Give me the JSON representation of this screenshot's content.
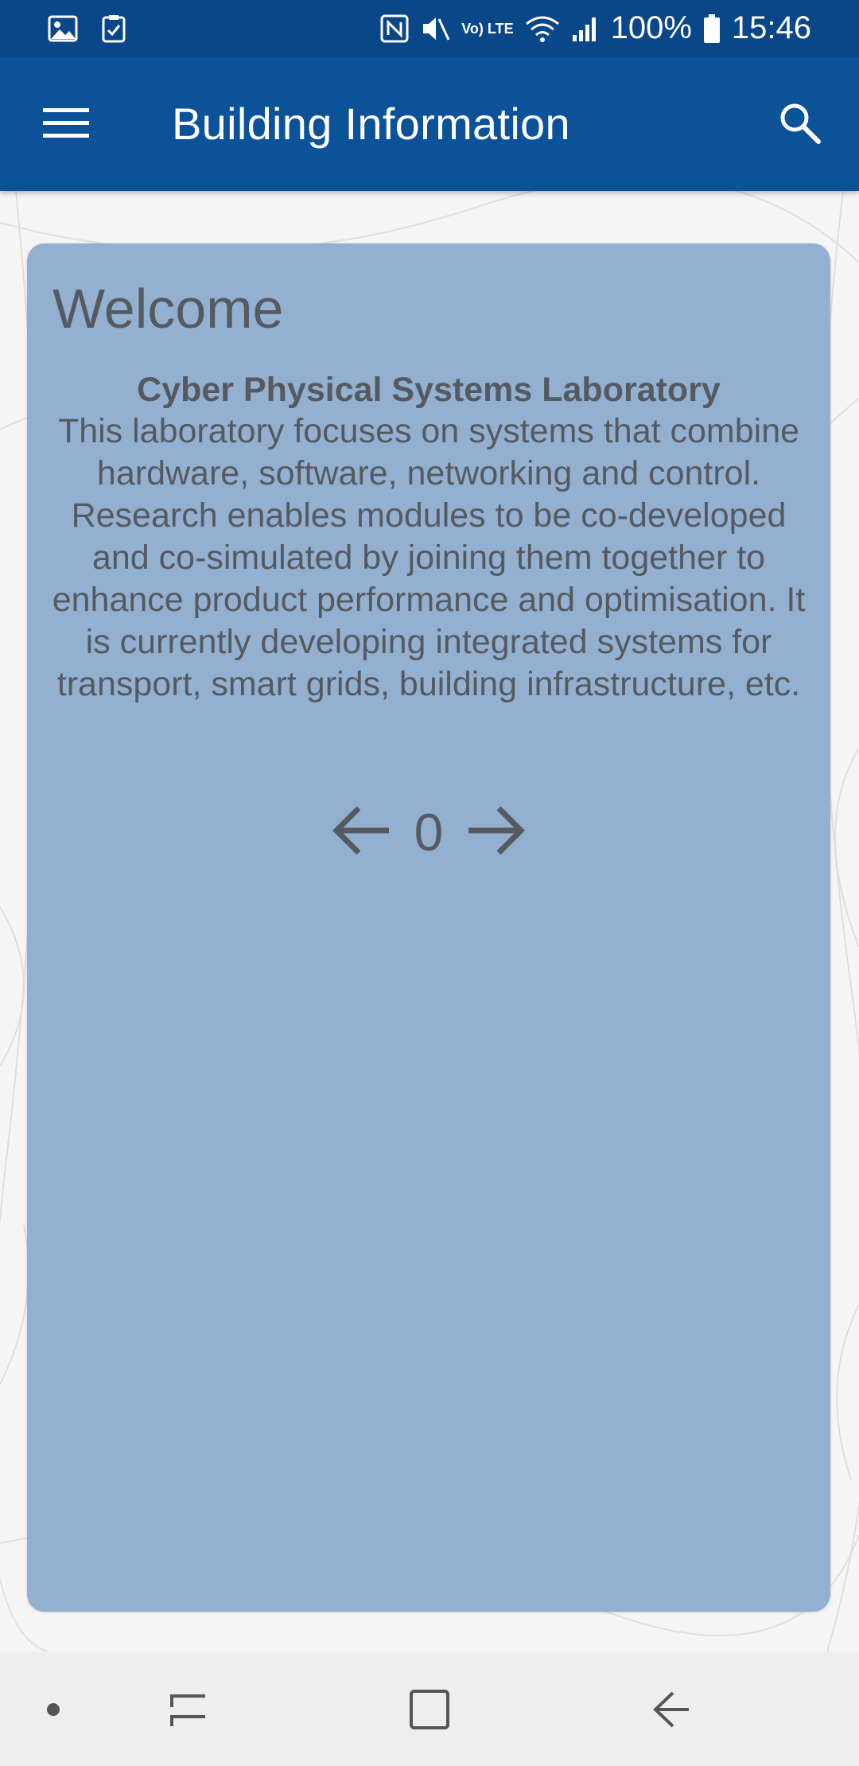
{
  "status_bar": {
    "battery_percent": "100%",
    "time": "15:46",
    "network_label": "Vo) LTE",
    "icons": [
      "image-icon",
      "clipboard-check-icon",
      "nfc-icon",
      "mute-icon",
      "volte-icon",
      "wifi-icon",
      "signal-icon",
      "battery-icon"
    ]
  },
  "app_bar": {
    "title": "Building Information",
    "menu_icon": "hamburger-menu-icon",
    "search_icon": "search-icon",
    "background_color": "#0b5299"
  },
  "card": {
    "heading": "Welcome",
    "lab_title": "Cyber Physical Systems Laboratory",
    "lab_description": "This laboratory focuses on systems that combine hardware, software, networking and control. Research enables modules to be co-developed and co-simulated by joining them together to enhance product performance and optimisation. It is currently developing integrated systems for transport, smart grids, building infrastructure, etc.",
    "pager": {
      "index": "0",
      "prev_icon": "arrow-left-icon",
      "next_icon": "arrow-right-icon"
    },
    "background_color": "#93b0d1"
  },
  "nav_bar": {
    "items": [
      "dot-icon",
      "recent-apps-icon",
      "home-icon",
      "back-icon"
    ]
  }
}
